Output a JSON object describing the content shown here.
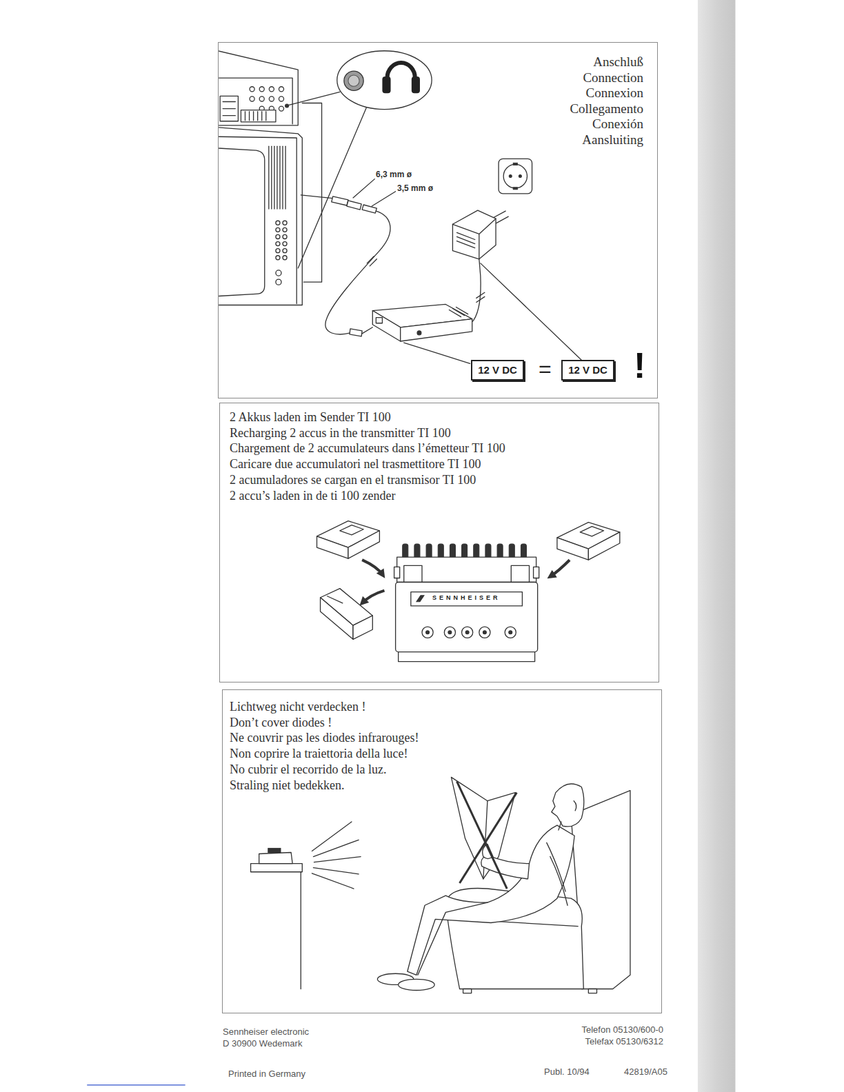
{
  "diagram": {
    "nodes": [
      {
        "text": [
          "Anschluß",
          "Connection",
          "Connexion",
          "Collegamento",
          "Conexión",
          "Aansluiting"
        ]
      },
      {
        "text": [
          "12 V DC"
        ],
        "in": 0
      },
      {
        "text": [
          "12 V DC"
        ],
        "in": 0
      },
      {
        "text": [
          "2 Akkus laden im Sender TI 100",
          "Recharging 2 accus in the transmitter TI 100",
          "Chargement de 2 accumulateurs dans l’émetteur TI 100",
          "Caricare due accumulatori nel trasmettitore TI 100",
          "2 acumuladores se cargan en el transmisor TI 100",
          "2 accu’s laden in de ti 100 zender"
        ]
      },
      {
        "text": [
          "Lichtweg nicht verdecken !",
          "Don’t cover diodes !",
          "Ne couvrir pas les diodes infrarouges!",
          "Non coprire la traiettoria della luce!",
          "No cubrir el recorrido de la luz.",
          "Straling niet bedekken."
        ]
      }
    ],
    "labels": [
      "6,3 mm ø",
      "3,5 mm ø",
      "=",
      "!",
      "SENNHEISER",
      "Sennheiser electronic",
      "D 30900 Wedemark",
      "Telefon 05130/600-0",
      "Telefax 05130/6312",
      "Printed in Germany",
      "Publ. 10/94",
      "42819/A05"
    ]
  }
}
